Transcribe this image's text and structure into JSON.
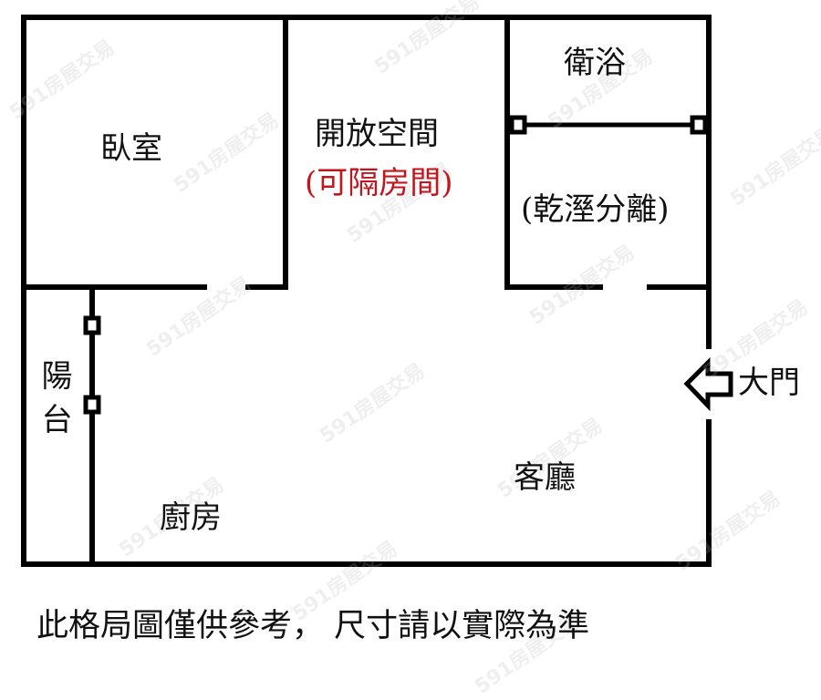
{
  "rooms": {
    "bedroom": "臥室",
    "open_space": "開放空間",
    "open_space_note": "(可隔房間)",
    "bathroom": "衛浴",
    "bathroom_note": "(乾溼分離)",
    "balcony": "陽台",
    "kitchen": "廚房",
    "living_room": "客廳"
  },
  "entrance": {
    "label": "大門",
    "icon": "arrow-left-outline-icon"
  },
  "disclaimer": "此格局圖僅供參考， 尺寸請以實際為準",
  "watermark": "591房屋交易",
  "colors": {
    "wall": "#000000",
    "text": "#111111",
    "note_red": "#c0161e",
    "background": "#ffffff"
  }
}
